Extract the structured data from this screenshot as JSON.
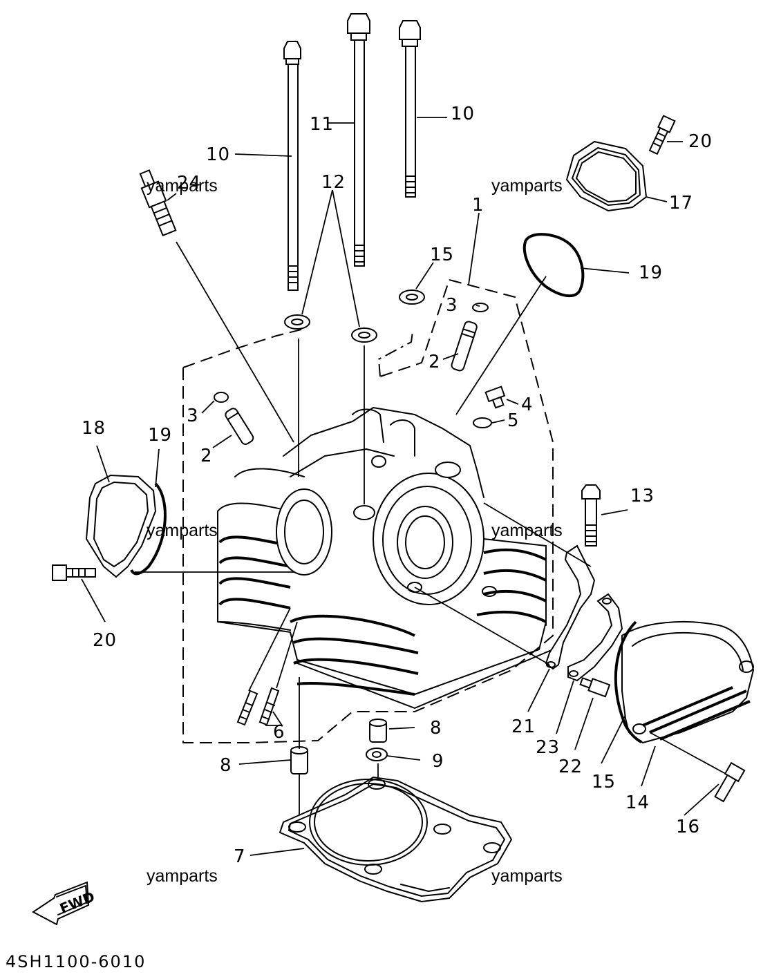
{
  "diagram": {
    "code": "4SH1100-6010",
    "fwd_label": "FWD",
    "watermark_text": "yamparts",
    "watermarks": [
      "yamparts",
      "yamparts",
      "yamparts",
      "yamparts",
      "yamparts",
      "yamparts"
    ],
    "callouts": [
      {
        "id": "c1",
        "text": "1"
      },
      {
        "id": "c2a",
        "text": "2"
      },
      {
        "id": "c2b",
        "text": "2"
      },
      {
        "id": "c3a",
        "text": "3"
      },
      {
        "id": "c3b",
        "text": "3"
      },
      {
        "id": "c4",
        "text": "4"
      },
      {
        "id": "c5",
        "text": "5"
      },
      {
        "id": "c6",
        "text": "6"
      },
      {
        "id": "c7",
        "text": "7"
      },
      {
        "id": "c8a",
        "text": "8"
      },
      {
        "id": "c8b",
        "text": "8"
      },
      {
        "id": "c9",
        "text": "9"
      },
      {
        "id": "c10a",
        "text": "10"
      },
      {
        "id": "c10b",
        "text": "10"
      },
      {
        "id": "c11",
        "text": "11"
      },
      {
        "id": "c12",
        "text": "12"
      },
      {
        "id": "c13",
        "text": "13"
      },
      {
        "id": "c14",
        "text": "14"
      },
      {
        "id": "c15a",
        "text": "15"
      },
      {
        "id": "c15b",
        "text": "15"
      },
      {
        "id": "c16",
        "text": "16"
      },
      {
        "id": "c17",
        "text": "17"
      },
      {
        "id": "c18",
        "text": "18"
      },
      {
        "id": "c19a",
        "text": "19"
      },
      {
        "id": "c19b",
        "text": "19"
      },
      {
        "id": "c20a",
        "text": "20"
      },
      {
        "id": "c20b",
        "text": "20"
      },
      {
        "id": "c21",
        "text": "21"
      },
      {
        "id": "c22",
        "text": "22"
      },
      {
        "id": "c23",
        "text": "23"
      },
      {
        "id": "c24",
        "text": "24"
      }
    ]
  }
}
